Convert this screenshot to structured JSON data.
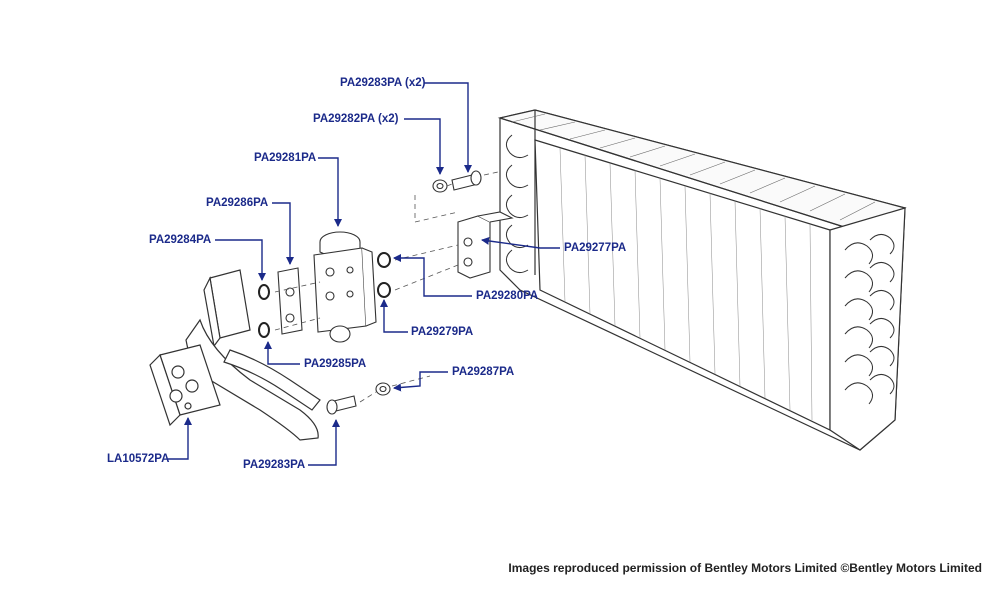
{
  "labels": {
    "pa29283pa_x2": "PA29283PA (x2)",
    "pa29282pa_x2": "PA29282PA (x2)",
    "pa29281pa": "PA29281PA",
    "pa29286pa": "PA29286PA",
    "pa29284pa": "PA29284PA",
    "pa29277pa": "PA29277PA",
    "pa29280pa": "PA29280PA",
    "pa29279pa": "PA29279PA",
    "pa29285pa": "PA29285PA",
    "pa29287pa": "PA29287PA",
    "la10572pa": "LA10572PA",
    "pa29283pa": "PA29283PA"
  },
  "credit": "Images reproduced permission of Bentley Motors Limited ©Bentley Motors Limited",
  "colors": {
    "callout": "#1b2a8a",
    "lineart": "#333333"
  }
}
